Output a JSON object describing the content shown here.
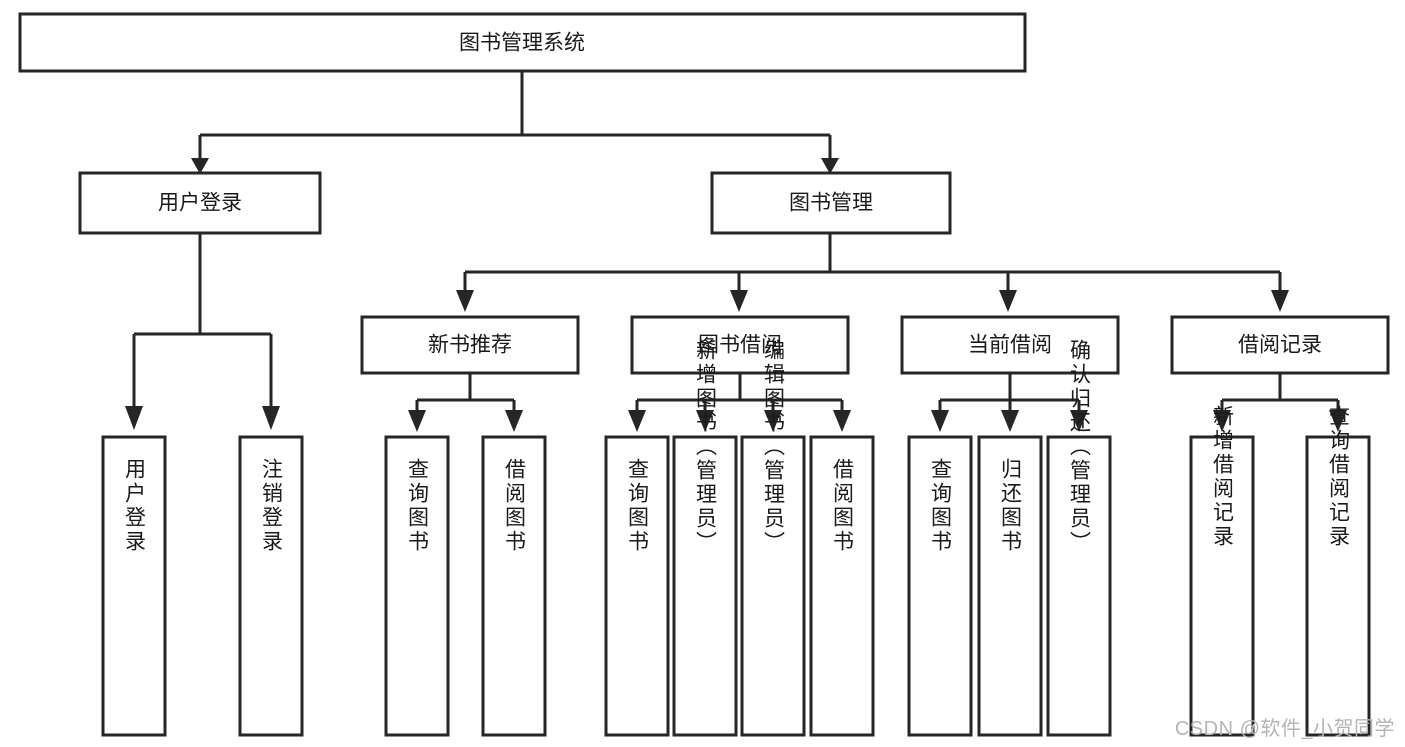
{
  "diagram": {
    "title": "图书管理系统",
    "type": "tree-hierarchy-diagram",
    "colors": {
      "stroke": "#262626",
      "fill": "#ffffff",
      "text": "#1a1a1a",
      "watermark": "#b5b5b5"
    },
    "root": {
      "label": "图书管理系统"
    },
    "level2": [
      {
        "label": "用户登录"
      },
      {
        "label": "图书管理"
      }
    ],
    "level3": [
      {
        "label": "新书推荐"
      },
      {
        "label": "图书借阅"
      },
      {
        "label": "当前借阅"
      },
      {
        "label": "借阅记录"
      }
    ],
    "leaves_user_login": [
      {
        "label": "用户登录"
      },
      {
        "label": "注销登录"
      }
    ],
    "leaves_new_book": [
      {
        "label": "查询图书"
      },
      {
        "label": "借阅图书"
      }
    ],
    "leaves_borrow": [
      {
        "label": "查询图书"
      },
      {
        "label": "新增图书（管理员）"
      },
      {
        "label": "编辑图书（管理员）"
      },
      {
        "label": "借阅图书"
      }
    ],
    "leaves_current": [
      {
        "label": "查询图书"
      },
      {
        "label": "归还图书"
      },
      {
        "label": "确认归还（管理员）"
      }
    ],
    "leaves_records": [
      {
        "label": "新增借阅记录"
      },
      {
        "label": "查询借阅记录"
      }
    ]
  },
  "watermark": {
    "text": "CSDN @软件_小贺同学"
  }
}
